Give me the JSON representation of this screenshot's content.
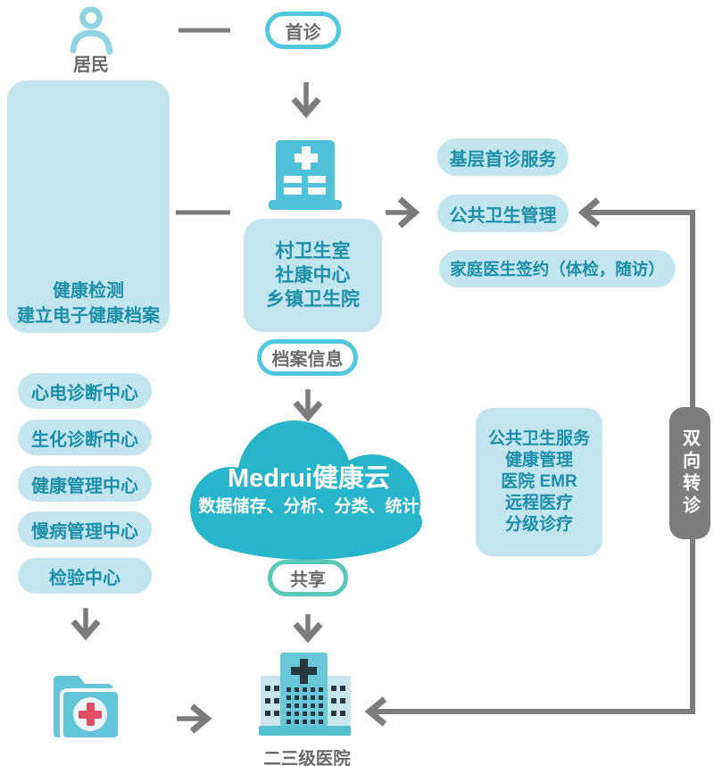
{
  "palette": {
    "light_blue_fill": "#C3E5EF",
    "teal_text": "#1D8FA9",
    "icon_cyan": "#4FC1DB",
    "cloud_teal": "#28B4CB",
    "arrow_gray": "#7A7C7E",
    "label_gray": "#66686B",
    "cyan_pill_border": "#52C7E0",
    "green_pill_border": "#57C9B6",
    "referral_gray": "#7B7D7F",
    "folder_teal": "#62C5D9",
    "medical_cross_red": "#E14E66"
  },
  "top": {
    "resident_label": "居民",
    "first_visit_label": "首诊"
  },
  "kiosk": {
    "caption1": "健康检测",
    "caption2": "建立电子健康档案"
  },
  "clinic": {
    "lines": [
      "村卫生室",
      "社康中心",
      "乡镇卫生院"
    ]
  },
  "primary": {
    "pills": [
      "基层首诊服务",
      "公共卫生管理",
      "家庭医生签约（体检，随访）"
    ]
  },
  "flow": {
    "archive_label": "档案信息",
    "share_label": "共享"
  },
  "cloud": {
    "title": "Medrui健康云",
    "subtitle": "数据储存、分析、分类、统计"
  },
  "centers": {
    "items": [
      "心电诊断中心",
      "生化诊断中心",
      "健康管理中心",
      "慢病管理中心",
      "检验中心"
    ]
  },
  "services": {
    "lines": [
      "公共卫生服务",
      "健康管理",
      "医院 EMR",
      "远程医疗",
      "分级诊疗"
    ]
  },
  "referral": {
    "label": "双向转诊"
  },
  "hospital": {
    "label": "二三级医院"
  }
}
